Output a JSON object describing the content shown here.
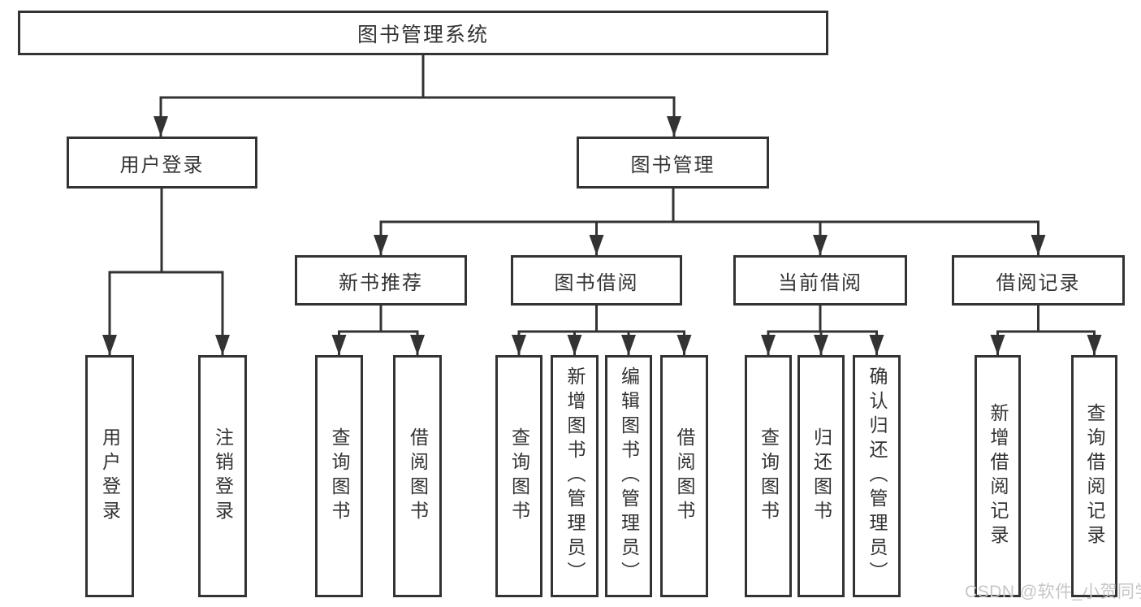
{
  "tree": {
    "root": {
      "label": "图书管理系统"
    },
    "branches": [
      {
        "label": "用户登录",
        "children": [
          {
            "label": "用户登录"
          },
          {
            "label": "注销登录"
          }
        ]
      },
      {
        "label": "图书管理",
        "children": [
          {
            "label": "新书推荐",
            "children": [
              {
                "label": "查询图书"
              },
              {
                "label": "借阅图书"
              }
            ]
          },
          {
            "label": "图书借阅",
            "children": [
              {
                "label": "查询图书"
              },
              {
                "label": "新增图书（管理员）"
              },
              {
                "label": "编辑图书（管理员）"
              },
              {
                "label": "借阅图书"
              }
            ]
          },
          {
            "label": "当前借阅",
            "children": [
              {
                "label": "查询图书"
              },
              {
                "label": "归还图书"
              },
              {
                "label": "确认归还（管理员）"
              }
            ]
          },
          {
            "label": "借阅记录",
            "children": [
              {
                "label": "新增借阅记录"
              },
              {
                "label": "查询借阅记录"
              }
            ]
          }
        ]
      }
    ]
  },
  "watermark": {
    "text": "CSDN @软件_小贺同学"
  },
  "colors": {
    "line": "#333333",
    "box_fill": "#ffffff",
    "text": "#333333",
    "watermark": "#c6c6c6",
    "background": "#ffffff"
  }
}
